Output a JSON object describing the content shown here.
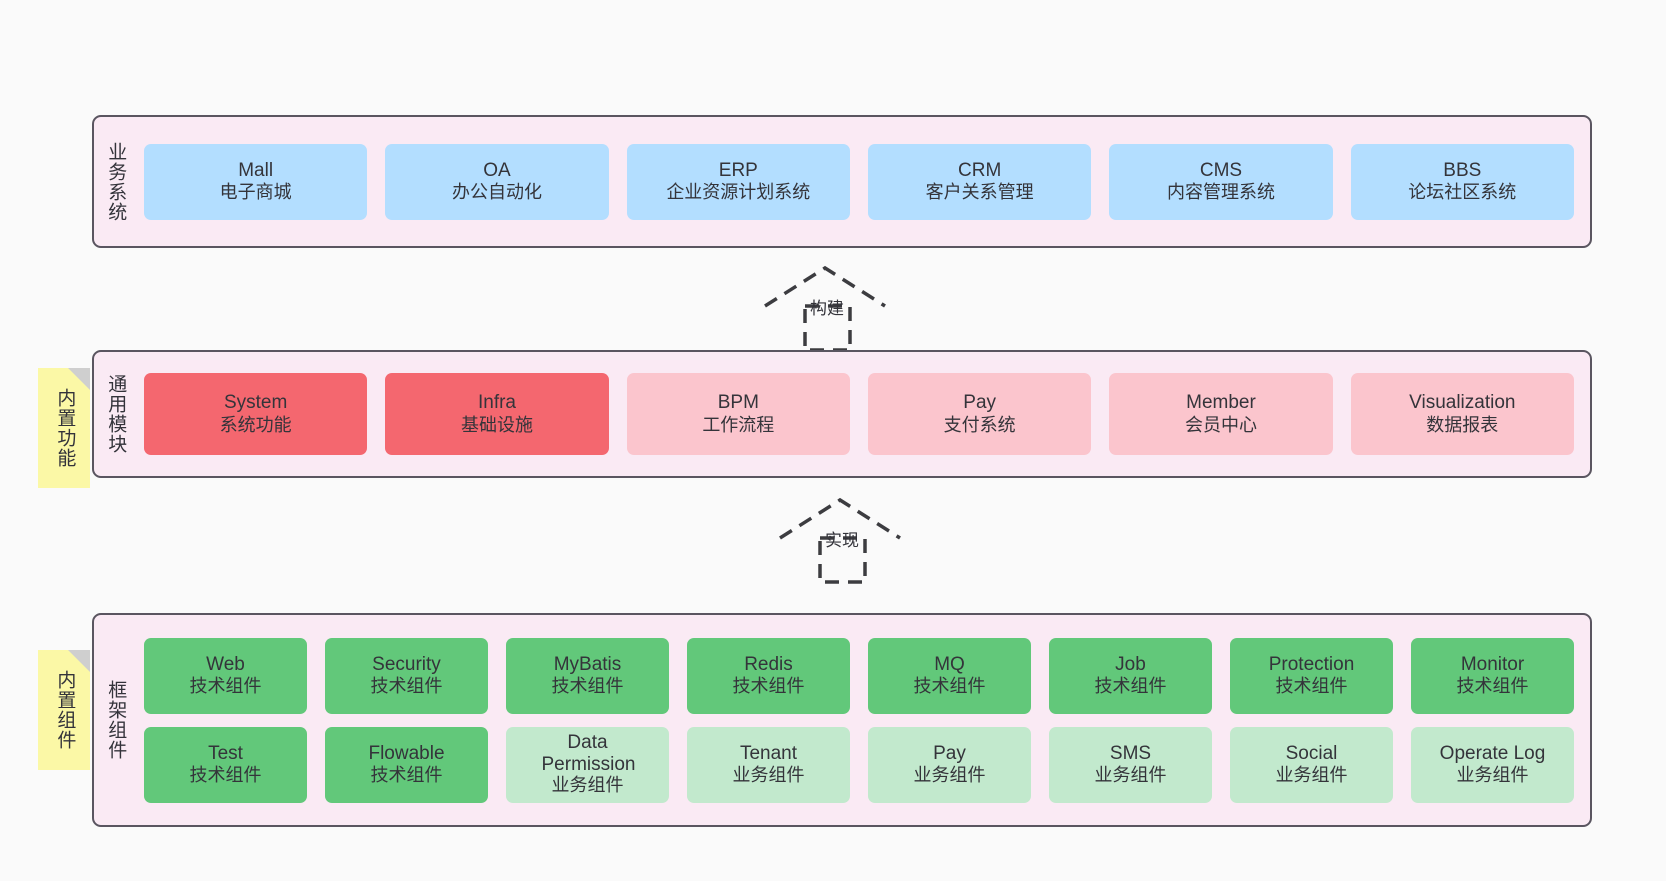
{
  "diagram": {
    "background": "#fafafa",
    "layer_fill": "#faeaf4",
    "layer_border": "#5a5560",
    "note_fill": "#fbf8a6",
    "colors": {
      "business": "#b3deff",
      "module_core": "#f4676f",
      "module_plain": "#fbc5cd",
      "tech_component": "#62c87a",
      "biz_component": "#c2e9cd"
    }
  },
  "layers": [
    {
      "title": "业务系统",
      "nodes": [
        {
          "en": "Mall",
          "cn": "电子商城"
        },
        {
          "en": "OA",
          "cn": "办公自动化"
        },
        {
          "en": "ERP",
          "cn": "企业资源计划系统"
        },
        {
          "en": "CRM",
          "cn": "客户关系管理"
        },
        {
          "en": "CMS",
          "cn": "内容管理系统"
        },
        {
          "en": "BBS",
          "cn": "论坛社区系统"
        }
      ]
    },
    {
      "title": "通用模块",
      "note": "内置功能",
      "nodes": [
        {
          "en": "System",
          "cn": "系统功能",
          "style": "core"
        },
        {
          "en": "Infra",
          "cn": "基础设施",
          "style": "core"
        },
        {
          "en": "BPM",
          "cn": "工作流程",
          "style": "plain"
        },
        {
          "en": "Pay",
          "cn": "支付系统",
          "style": "plain"
        },
        {
          "en": "Member",
          "cn": "会员中心",
          "style": "plain"
        },
        {
          "en": "Visualization",
          "cn": "数据报表",
          "style": "plain"
        }
      ]
    },
    {
      "title": "框架组件",
      "note": "内置组件",
      "rows": [
        [
          {
            "en": "Web",
            "cn": "技术组件"
          },
          {
            "en": "Security",
            "cn": "技术组件"
          },
          {
            "en": "MyBatis",
            "cn": "技术组件"
          },
          {
            "en": "Redis",
            "cn": "技术组件"
          },
          {
            "en": "MQ",
            "cn": "技术组件"
          },
          {
            "en": "Job",
            "cn": "技术组件"
          },
          {
            "en": "Protection",
            "cn": "技术组件"
          },
          {
            "en": "Monitor",
            "cn": "技术组件"
          }
        ],
        [
          {
            "en": "Test",
            "cn": "技术组件",
            "style": "tech"
          },
          {
            "en": "Flowable",
            "cn": "技术组件",
            "style": "tech"
          },
          {
            "en": "Data Permission",
            "cn": "业务组件",
            "style": "biz"
          },
          {
            "en": "Tenant",
            "cn": "业务组件",
            "style": "biz"
          },
          {
            "en": "Pay",
            "cn": "业务组件",
            "style": "biz"
          },
          {
            "en": "SMS",
            "cn": "业务组件",
            "style": "biz"
          },
          {
            "en": "Social",
            "cn": "业务组件",
            "style": "biz"
          },
          {
            "en": "Operate Log",
            "cn": "业务组件",
            "style": "biz"
          }
        ]
      ]
    }
  ],
  "connectors": [
    {
      "label": "构建"
    },
    {
      "label": "实现"
    }
  ]
}
